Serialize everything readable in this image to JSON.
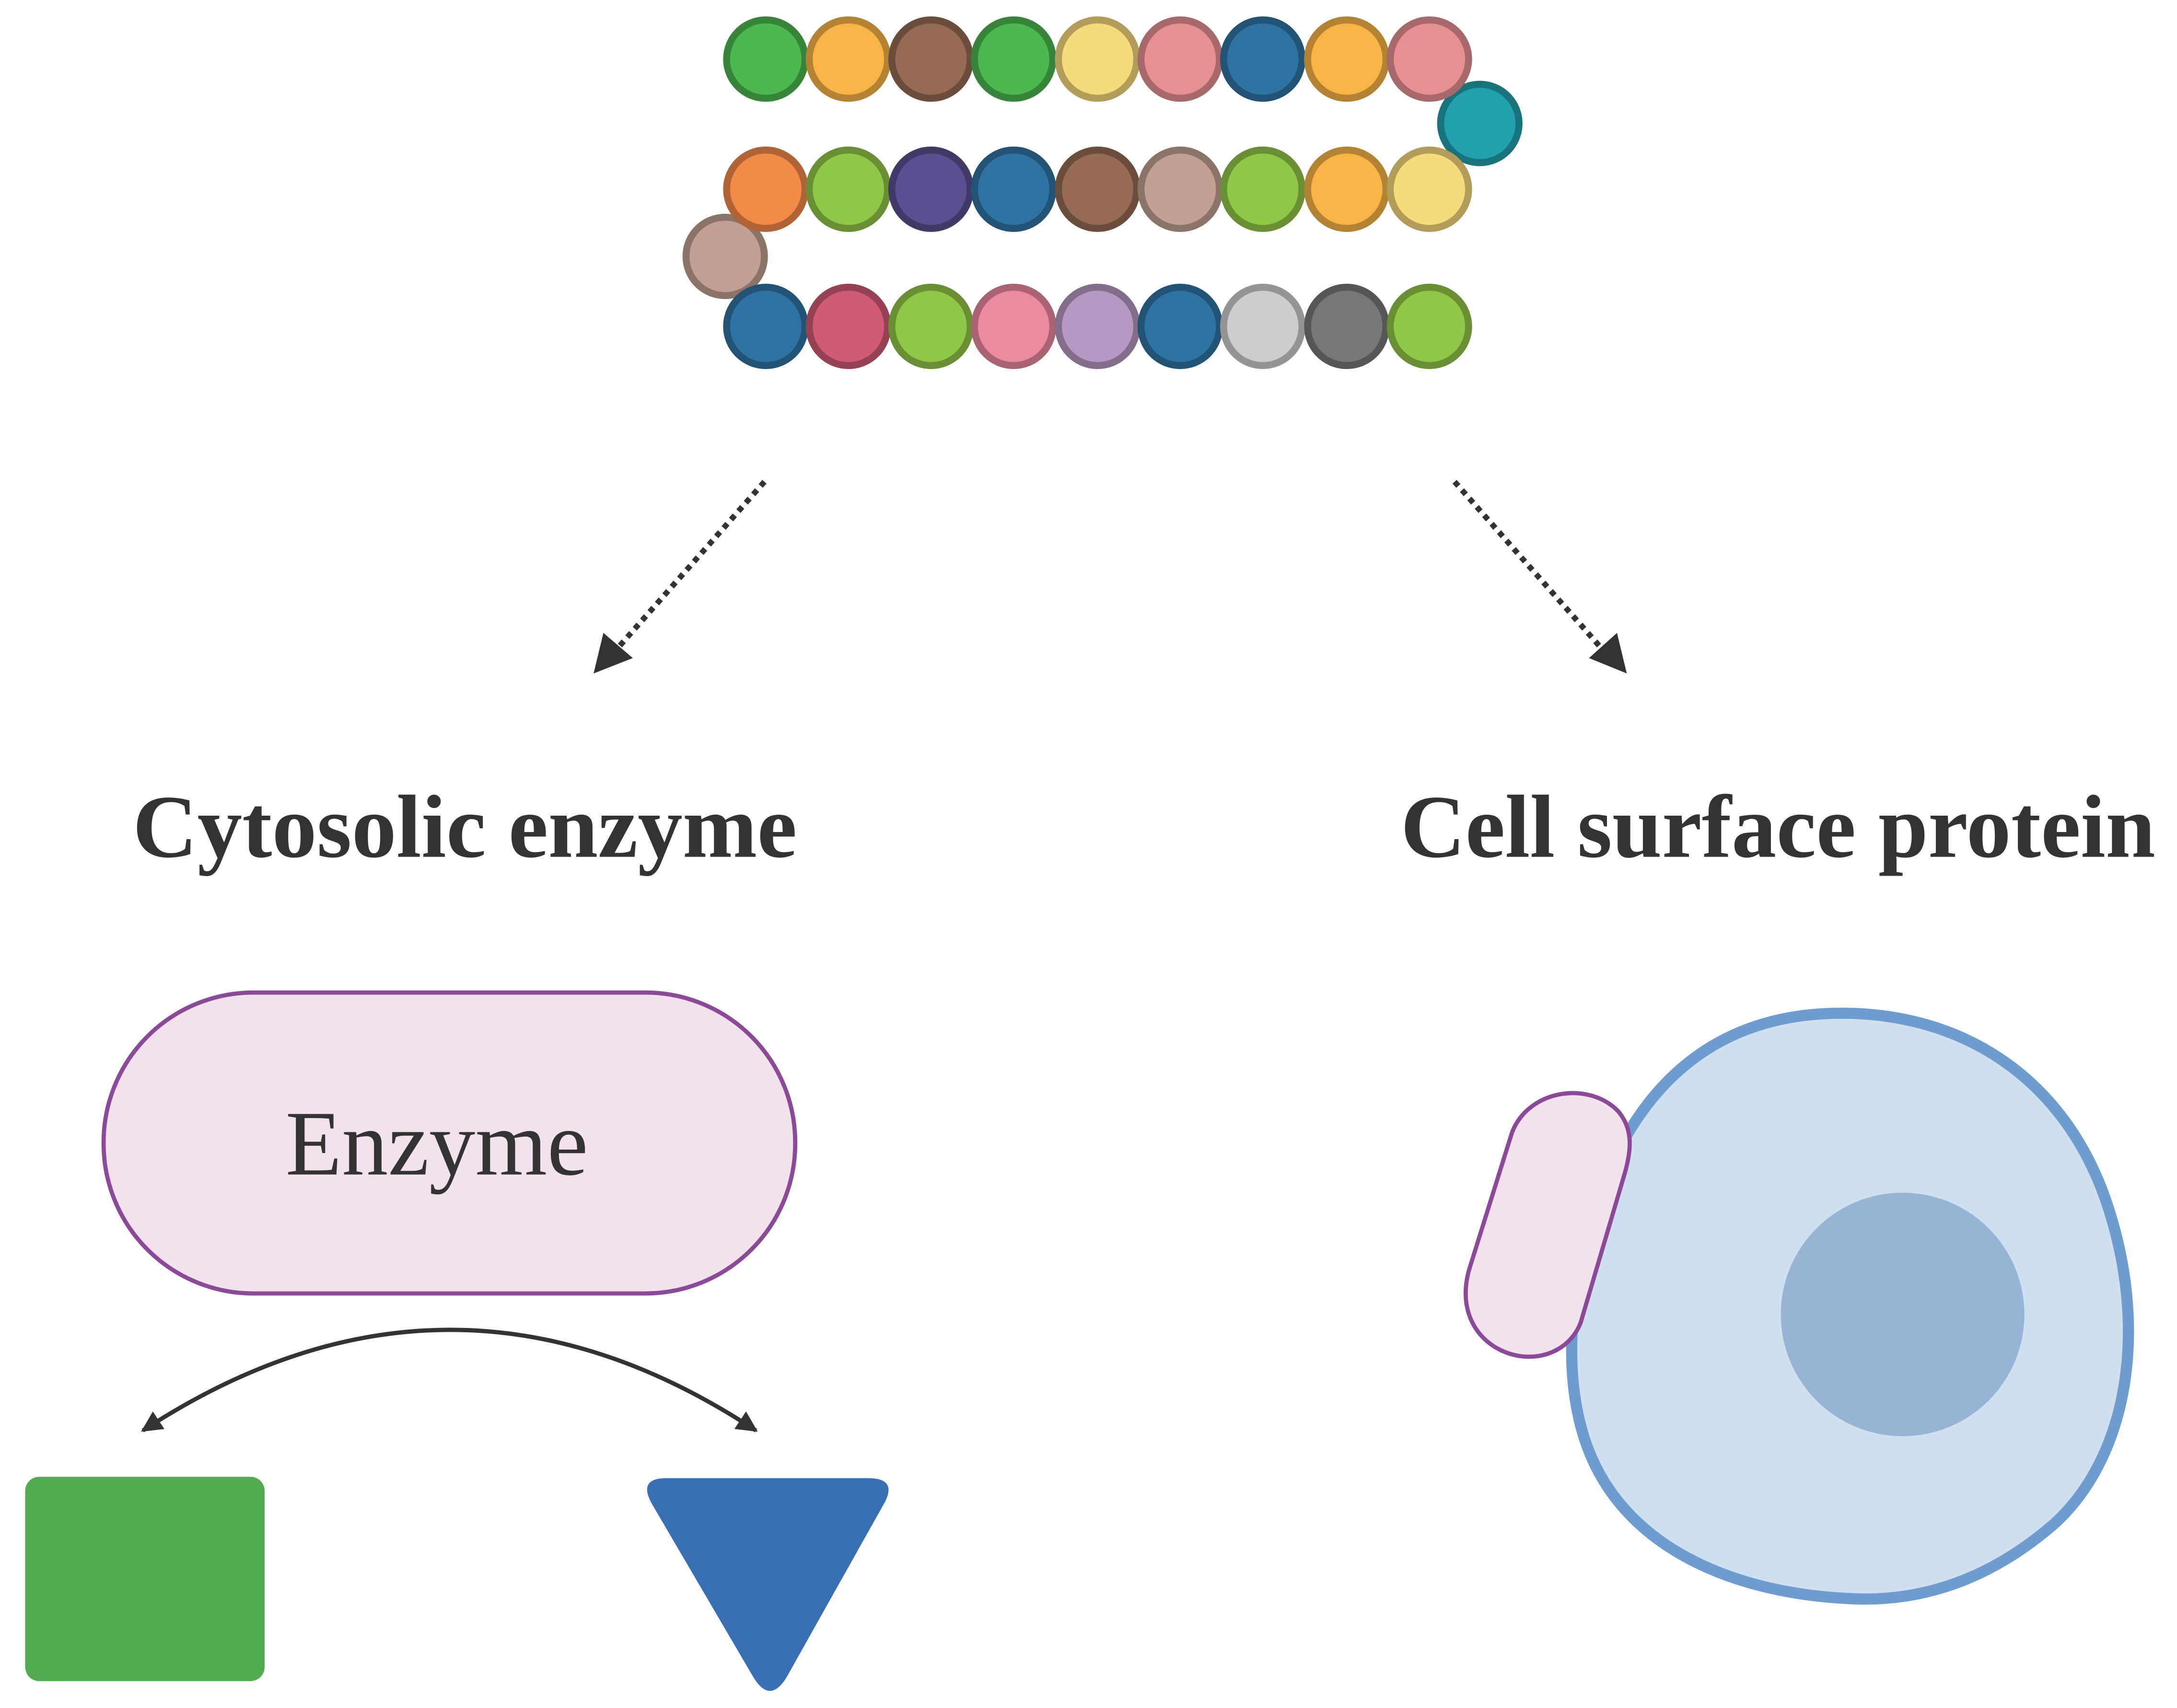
{
  "labels": {
    "left_title": "Cytosolic enzyme",
    "right_title": "Cell surface protein",
    "enzyme_label": "Enzyme"
  },
  "colors": {
    "arrow": "#333333",
    "enzyme_fill": "#f4e1ee",
    "enzyme_stroke": "#8b4a98",
    "cell_fill": "#cfe0f0",
    "cell_stroke": "#6f9ccf",
    "nucleus_fill": "#97b3d6",
    "substrate_square": "#53ab51",
    "product_triangle": "#3a6fb4"
  },
  "icons": {
    "protein_chain": "amino-acid-chain-icon",
    "substrate": "green-square-icon",
    "product": "blue-triangle-icon",
    "cell": "cell-icon"
  },
  "protein_chain": {
    "rows": [
      [
        "#4cb851",
        "#f8b445",
        "#956b54",
        "#4cb851",
        "#f6da7c",
        "#e79092",
        "#2f73a2",
        "#f8b445",
        "#e79092"
      ],
      [
        "#f48a48",
        "#91c747",
        "#5a4f8f",
        "#2f73a2",
        "#956b54",
        "#c3a091",
        "#91c747",
        "#f8b445",
        "#f6da7c"
      ],
      [
        "#2f73a2",
        "#d15b74",
        "#91c747",
        "#ec8aa0",
        "#b897c2",
        "#2f73a2",
        "#cdcdcd",
        "#767878",
        "#91c747"
      ]
    ],
    "connectors": [
      "#22a0ac",
      "#c3a091"
    ]
  }
}
